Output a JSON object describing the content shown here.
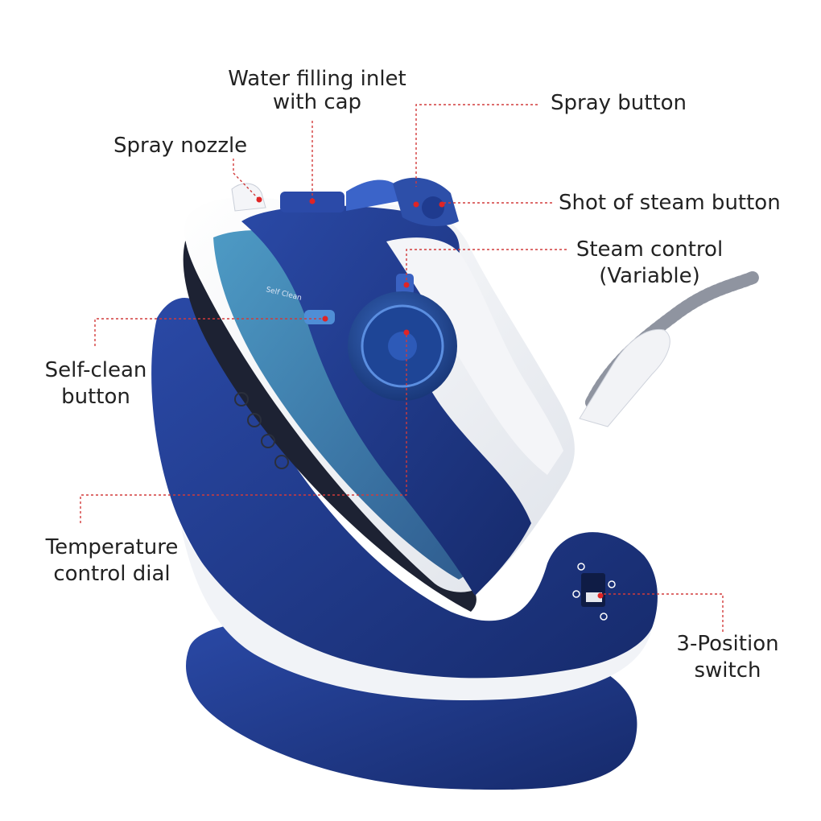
{
  "colors": {
    "navy": "#1f3a8a",
    "navy_dark": "#172c6e",
    "teal": "#2f7fa8",
    "white_body": "#f6f7fa",
    "leader": "#d23b3b",
    "dot": "#e02424",
    "text": "#222222"
  },
  "labels": {
    "water_inlet": {
      "line1": "Water filling inlet",
      "line2": "with cap"
    },
    "spray_button": {
      "line1": "Spray button"
    },
    "spray_nozzle": {
      "line1": "Spray nozzle"
    },
    "shot_of_steam": {
      "line1": "Shot of steam button"
    },
    "steam_control": {
      "line1": "Steam control",
      "line2": "(Variable)"
    },
    "self_clean": {
      "line1": "Self-clean",
      "line2": "button"
    },
    "temperature_dial": {
      "line1": "Temperature",
      "line2": "control dial"
    },
    "position_switch": {
      "line1": "3-Position",
      "line2": "switch"
    }
  },
  "iron_markings": {
    "self_clean_text": "Self Clean"
  }
}
